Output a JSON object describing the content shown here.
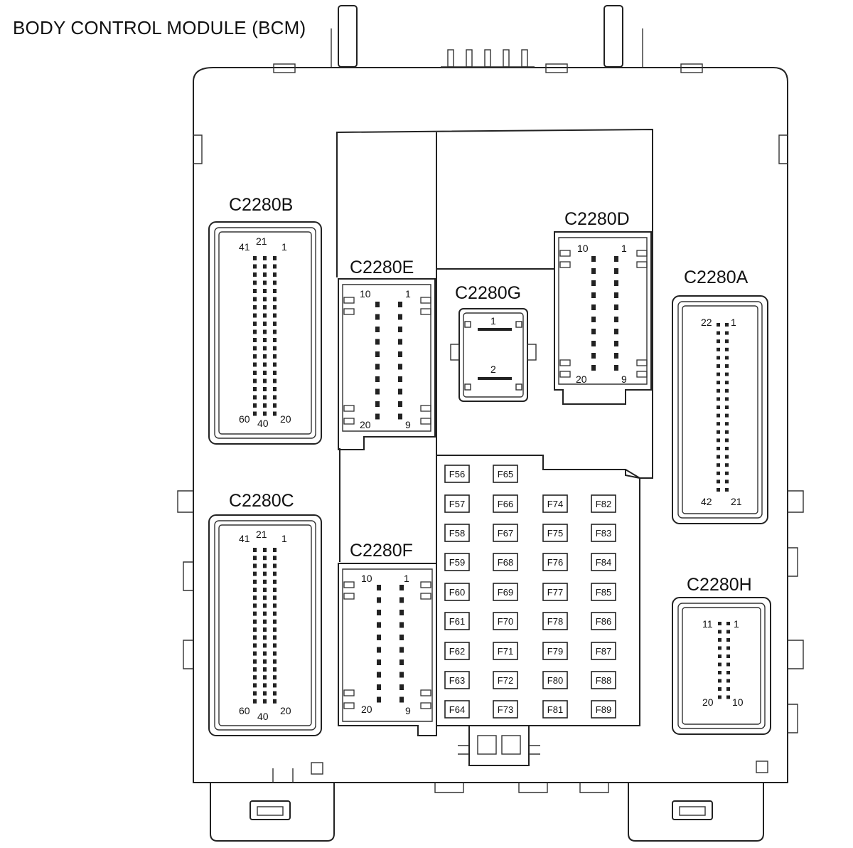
{
  "title": "BODY CONTROL MODULE (BCM)",
  "connectors": {
    "B": {
      "label": "C2280B",
      "pins": {
        "p41": "41",
        "p21": "21",
        "p1": "1",
        "p60": "60",
        "p40": "40",
        "p20": "20"
      }
    },
    "C": {
      "label": "C2280C",
      "pins": {
        "p41": "41",
        "p21": "21",
        "p1": "1",
        "p60": "60",
        "p40": "40",
        "p20": "20"
      }
    },
    "E": {
      "label": "C2280E",
      "pins": {
        "p10": "10",
        "p1": "1",
        "p20": "20",
        "p9": "9"
      }
    },
    "F": {
      "label": "C2280F",
      "pins": {
        "p10": "10",
        "p1": "1",
        "p20": "20",
        "p9": "9"
      }
    },
    "D": {
      "label": "C2280D",
      "pins": {
        "p10": "10",
        "p1": "1",
        "p20": "20",
        "p9": "9"
      }
    },
    "G": {
      "label": "C2280G",
      "pins": {
        "p1": "1",
        "p2": "2"
      }
    },
    "A": {
      "label": "C2280A",
      "pins": {
        "p22": "22",
        "p1": "1",
        "p42": "42",
        "p21": "21"
      }
    },
    "H": {
      "label": "C2280H",
      "pins": {
        "p11": "11",
        "p1": "1",
        "p20": "20",
        "p10": "10"
      }
    }
  },
  "fuses": {
    "col1": [
      "F56",
      "F57",
      "F58",
      "F59",
      "F60",
      "F61",
      "F62",
      "F63",
      "F64"
    ],
    "col2": [
      "F65",
      "F66",
      "F67",
      "F68",
      "F69",
      "F70",
      "F71",
      "F72",
      "F73"
    ],
    "col3": [
      "F74",
      "F75",
      "F76",
      "F77",
      "F78",
      "F79",
      "F80",
      "F81"
    ],
    "col4": [
      "F82",
      "F83",
      "F84",
      "F85",
      "F86",
      "F87",
      "F88",
      "F89"
    ]
  }
}
